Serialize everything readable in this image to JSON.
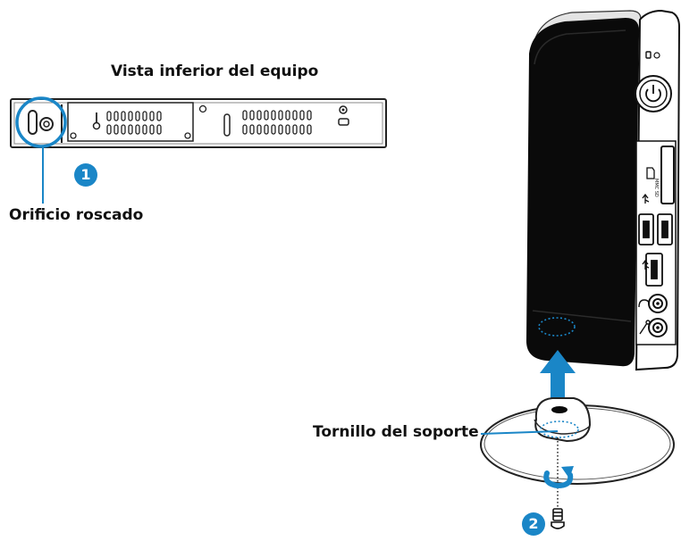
{
  "labels": {
    "bottom_view_title": "Vista inferior del equipo",
    "threaded_hole": "Orificio roscado",
    "stand_screw": "Tornillo del soporte"
  },
  "steps": {
    "step1": "1",
    "step2": "2"
  },
  "colors": {
    "accent_blue": "#1a86c7",
    "device_black": "#111111",
    "outline": "#222222"
  },
  "icons": {
    "power": "power-icon",
    "hdd": "hdd-led-icon",
    "sd": "sd-card-icon",
    "usb": "usb-icon",
    "headphone": "headphone-icon",
    "mic": "microphone-icon",
    "screw": "screw-icon",
    "rotate": "rotate-arrow-icon",
    "up": "up-arrow-icon"
  }
}
